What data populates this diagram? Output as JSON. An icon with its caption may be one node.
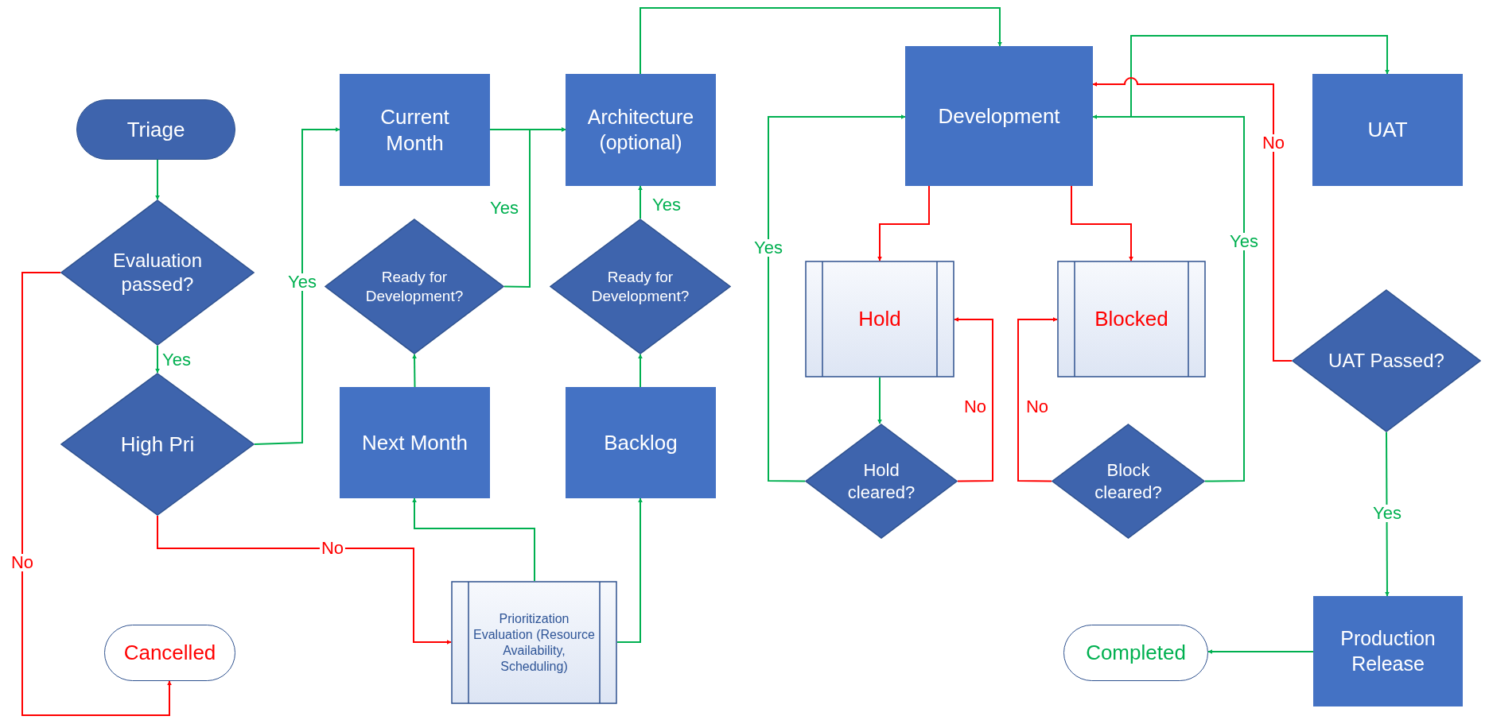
{
  "diagram": {
    "nodes": [
      {
        "text": [
          "Triage"
        ]
      },
      {
        "text": [
          "Evaluation passed?"
        ]
      },
      {
        "text": [
          "High Pri"
        ]
      },
      {
        "text": [
          "Cancelled"
        ]
      },
      {
        "text": [
          "Current Month"
        ]
      },
      {
        "text": [
          "Ready for Development?"
        ]
      },
      {
        "text": [
          "Next Month"
        ]
      },
      {
        "text": [
          "Architecture (optional)"
        ]
      },
      {
        "text": [
          "Ready for Development?"
        ]
      },
      {
        "text": [
          "Backlog"
        ]
      },
      {
        "text": [
          "Prioritization Evaluation (Resource Availability, Scheduling)"
        ]
      },
      {
        "text": [
          "Development"
        ]
      },
      {
        "text": [
          "Hold"
        ]
      },
      {
        "text": [
          "Hold cleared?"
        ]
      },
      {
        "text": [
          "Blocked"
        ]
      },
      {
        "text": [
          "Block cleared?"
        ]
      },
      {
        "text": [
          "UAT"
        ]
      },
      {
        "text": [
          "UAT Passed?"
        ]
      },
      {
        "text": [
          "Production Release"
        ]
      },
      {
        "text": [
          "Completed"
        ]
      }
    ],
    "edges": [
      {
        "from": 0,
        "to": 1,
        "arrow": "to"
      },
      {
        "from": 1,
        "to": 2,
        "arrow": "to",
        "label": "Yes"
      },
      {
        "from": 1,
        "to": 3,
        "arrow": "to",
        "label": "No",
        "color": "#ff0000"
      },
      {
        "from": 2,
        "to": 4,
        "arrow": "to",
        "label": "Yes"
      },
      {
        "from": 2,
        "to": 10,
        "arrow": "to",
        "label": "No",
        "color": "#ff0000"
      },
      {
        "from": 4,
        "to": 7,
        "arrow": "to"
      },
      {
        "from": 5,
        "to": 7,
        "arrow": "to",
        "label": "Yes"
      },
      {
        "from": 6,
        "to": 5,
        "arrow": "to"
      },
      {
        "from": 8,
        "to": 7,
        "arrow": "to",
        "label": "Yes"
      },
      {
        "from": 9,
        "to": 8,
        "arrow": "to"
      },
      {
        "from": 10,
        "to": 6,
        "arrow": "to"
      },
      {
        "from": 10,
        "to": 9,
        "arrow": "to"
      },
      {
        "from": 7,
        "to": 11,
        "arrow": "to"
      },
      {
        "from": 11,
        "to": 12,
        "arrow": "to",
        "color": "#ff0000"
      },
      {
        "from": 11,
        "to": 14,
        "arrow": "to",
        "color": "#ff0000"
      },
      {
        "from": 12,
        "to": 13,
        "arrow": "to"
      },
      {
        "from": 13,
        "to": 12,
        "arrow": "to",
        "label": "No",
        "color": "#ff0000"
      },
      {
        "from": 13,
        "to": 11,
        "arrow": "to",
        "label": "Yes"
      },
      {
        "from": 15,
        "to": 14,
        "arrow": "to",
        "label": "No",
        "color": "#ff0000"
      },
      {
        "from": 15,
        "to": 11,
        "arrow": "to",
        "label": "Yes"
      },
      {
        "from": 11,
        "to": 16,
        "arrow": "to"
      },
      {
        "from": 17,
        "to": 11,
        "arrow": "to",
        "label": "No",
        "color": "#ff0000"
      },
      {
        "from": 17,
        "to": 18,
        "arrow": "to",
        "label": "Yes"
      },
      {
        "from": 18,
        "to": 19,
        "arrow": "to"
      }
    ]
  }
}
